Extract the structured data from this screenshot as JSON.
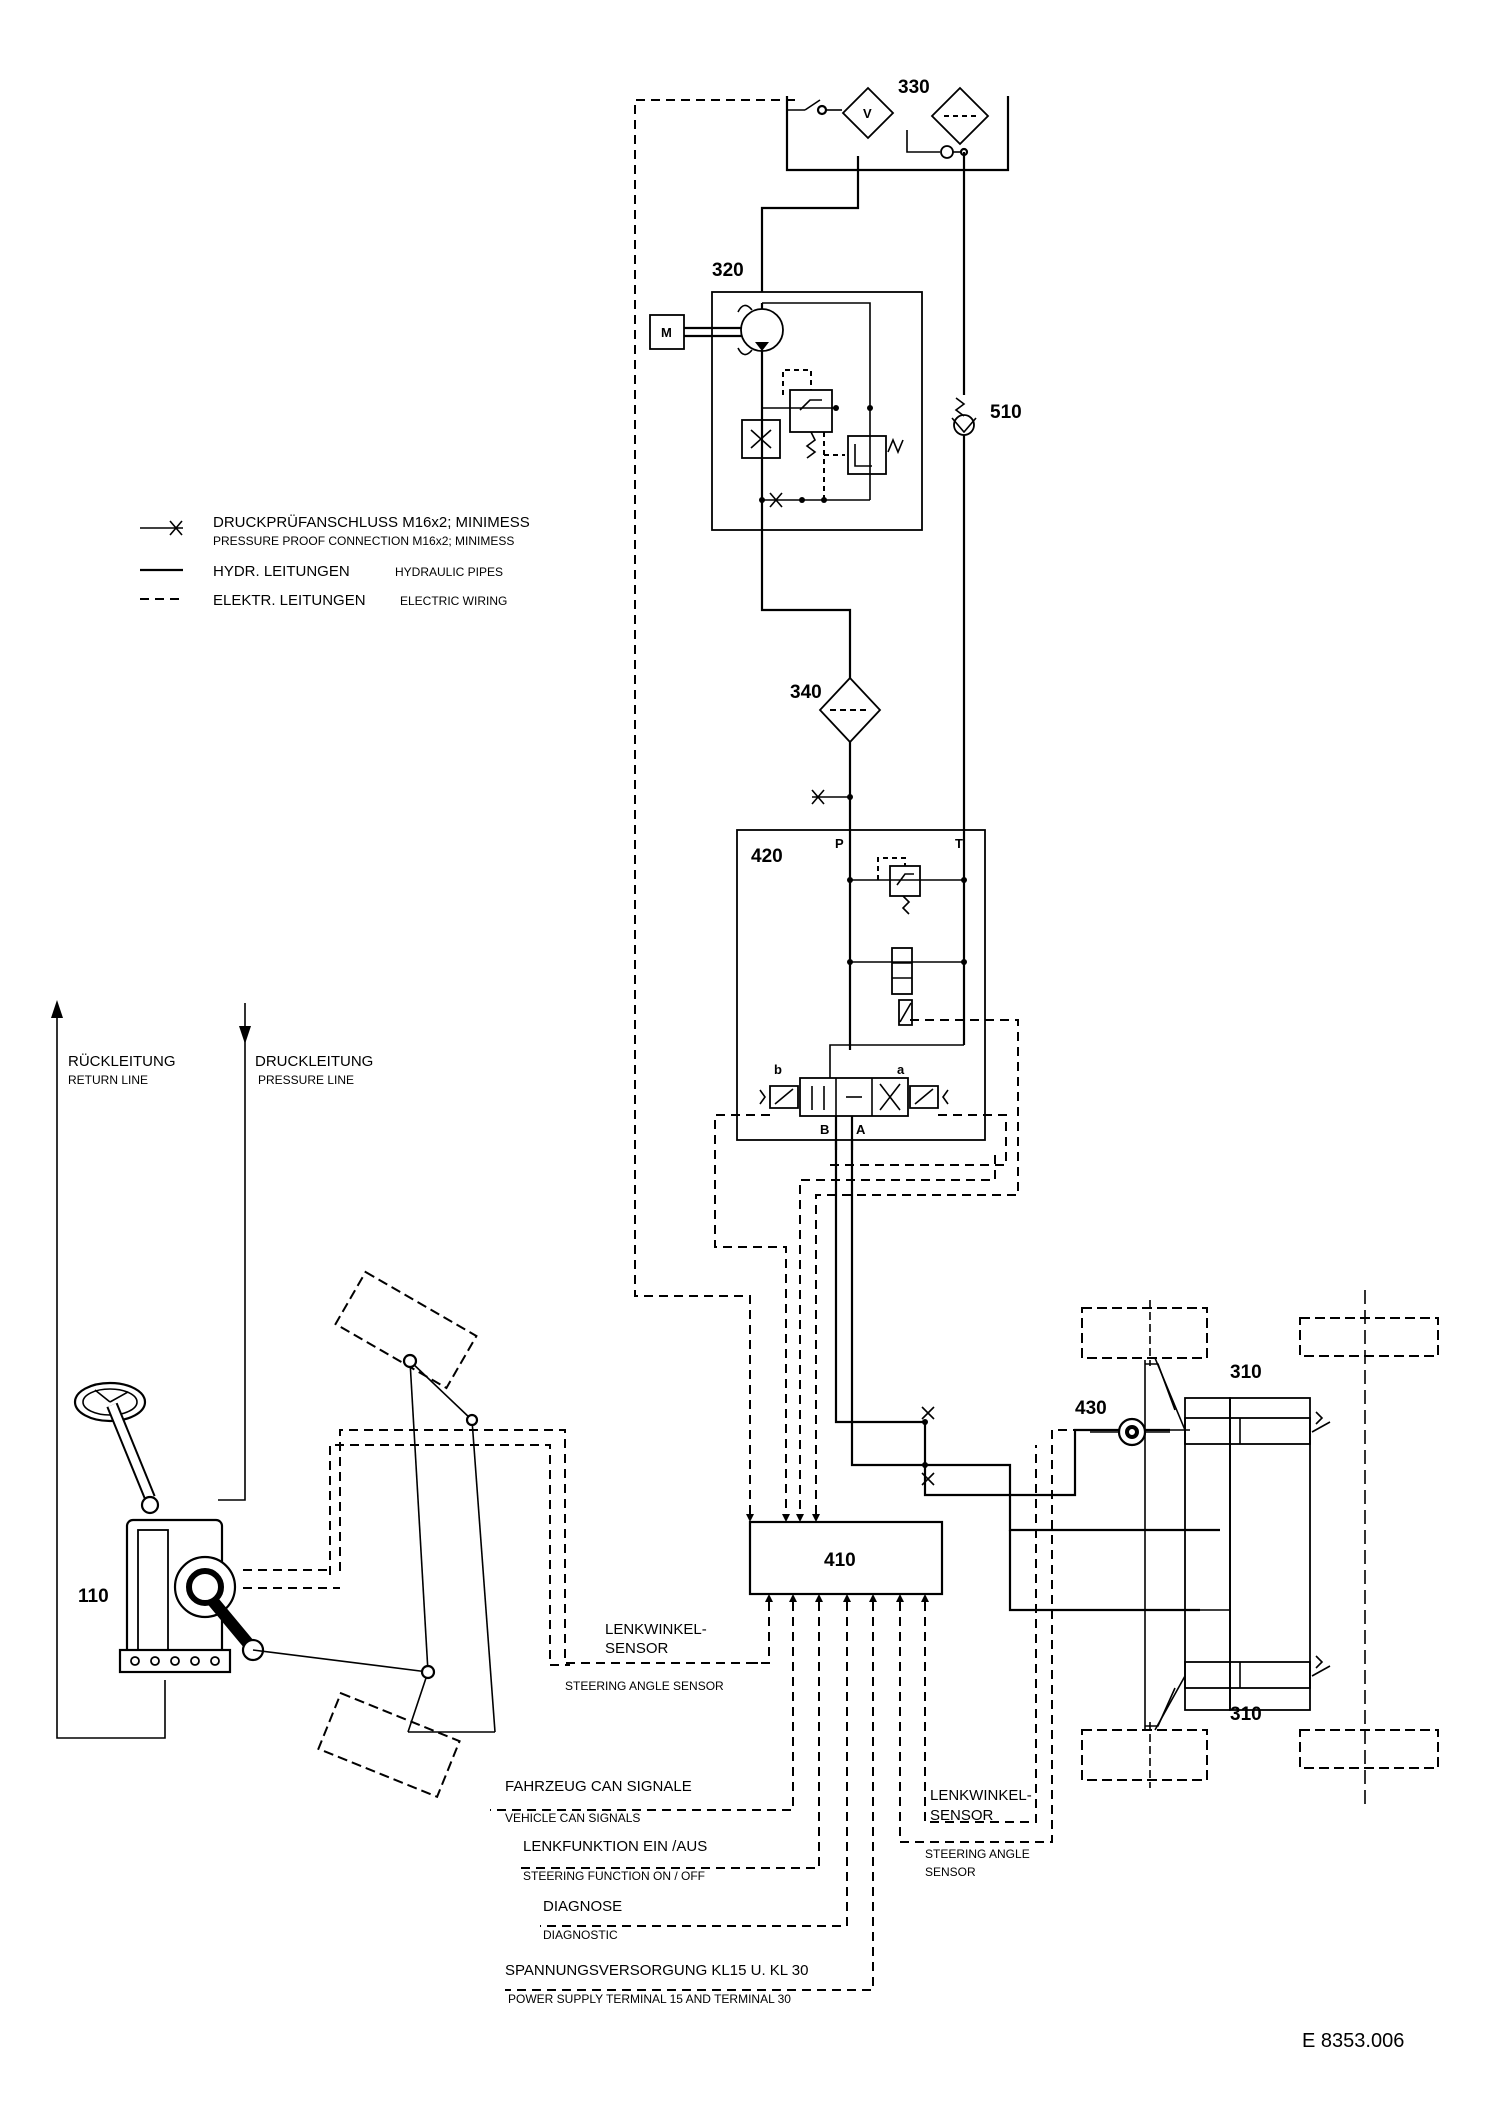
{
  "diagram_id": "E 8353.006",
  "legend": {
    "pressure_connection": {
      "de": "DRUCKPRÜFANSCHLUSS  M16x2; MINIMESS",
      "en": "PRESSURE PROOF CONNECTION  M16x2; MINIMESS"
    },
    "hydraulic_pipes": {
      "de": "HYDR. LEITUNGEN",
      "en": "HYDRAULIC PIPES"
    },
    "electric_wiring": {
      "de": "ELEKTR. LEITUNGEN",
      "en": "ELECTRIC WIRING"
    }
  },
  "lines": {
    "return": {
      "de": "RÜCKLEITUNG",
      "en": "RETURN LINE"
    },
    "pressure": {
      "de": "DRUCKLEITUNG",
      "en": "PRESSURE LINE"
    }
  },
  "components": {
    "c110": "110",
    "c310_top": "310",
    "c310_bottom": "310",
    "c320": "320",
    "c330": "330",
    "c340": "340",
    "c410": "410",
    "c420": "420",
    "c430": "430",
    "c510": "510",
    "motor": "M",
    "filter_v": "V"
  },
  "ports": {
    "p": "P",
    "t": "T",
    "b_top": "b",
    "a_top": "a",
    "b_bottom": "B",
    "a_bottom": "A"
  },
  "signals": {
    "steering_sensor_left": {
      "de_1": "LENKWINKEL-",
      "de_2": "SENSOR",
      "en": "STEERING ANGLE SENSOR"
    },
    "vehicle_can": {
      "de": "FAHRZEUG CAN SIGNALE",
      "en": "VEHICLE CAN SIGNALS"
    },
    "steering_on_off": {
      "de": "LENKFUNKTION EIN /AUS",
      "en": "STEERING FUNCTION ON / OFF"
    },
    "diagnostic": {
      "de": "DIAGNOSE",
      "en": "DIAGNOSTIC"
    },
    "power_supply": {
      "de": "SPANNUNGSVERSORGUNG KL15 U. KL 30",
      "en": "POWER SUPPLY TERMINAL 15 AND TERMINAL 30"
    },
    "steering_sensor_right": {
      "de_1": "LENKWINKEL-",
      "de_2": "SENSOR",
      "en_1": "STEERING ANGLE",
      "en_2": "SENSOR"
    }
  }
}
